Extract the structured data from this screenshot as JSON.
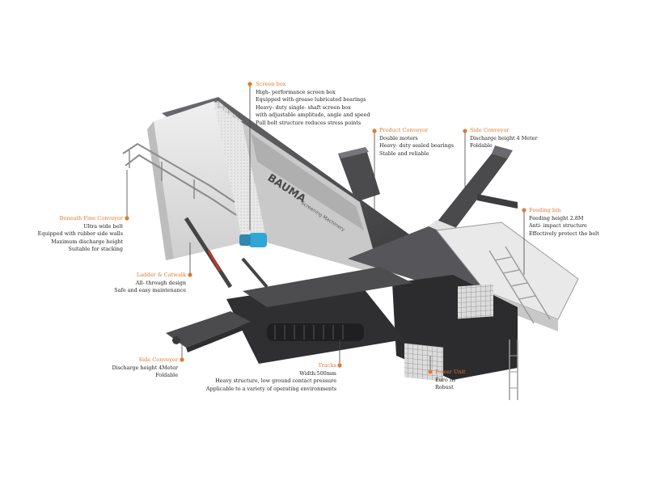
{
  "callouts": {
    "screen_box": {
      "title": "Screen box",
      "lines": [
        "High- performance screen box",
        "Equipped with grease lubricated bearings",
        "Heavy- duty single- shaft screen box",
        "with adjustable amplitude, angle and speed",
        "Pull bolt structure reduces stress points"
      ]
    },
    "product_conveyor": {
      "title": "Product Conveyor",
      "lines": [
        "Double motors",
        "Heavy- duty sealed bearings",
        "Stable and reliable"
      ]
    },
    "side_conveyor_right": {
      "title": "Side Conveyor",
      "lines": [
        "Discharge height 4 Meter",
        "Foldable"
      ]
    },
    "feeding_bin": {
      "title": "Feeding bin",
      "lines": [
        "Feeding height 2.8M",
        "Anti- impact structure",
        "Effectively protect the belt"
      ]
    },
    "beneath_fine_conveyor": {
      "title": "Beneath Fine Conveyor",
      "lines": [
        "Ultra wide belt",
        "Equipped with rubber side walls",
        "Maximum discharge height",
        "Suitable for stacking"
      ]
    },
    "ladder_catwalk": {
      "title": "Ladder & Catwalk",
      "lines": [
        "All- through design",
        "Safe and easy maintenance"
      ]
    },
    "side_conveyor_left": {
      "title": "Side Conveyor",
      "lines": [
        "Discharge height 4Meter",
        "Foldable"
      ]
    },
    "tracks": {
      "title": "Tracks",
      "lines": [
        "Width:500mm",
        "Heavy structure, low ground contact pressure",
        "Applicable to a variety of operating environments"
      ]
    },
    "power_unit": {
      "title": "Power Unit",
      "lines": [
        "Euro III",
        "Robust"
      ]
    }
  },
  "machine": {
    "brand_label": "BAUMA",
    "side_text": "Screening Machinery"
  },
  "colors": {
    "accent": "#e07a30",
    "frame_dark": "#3a3a3c",
    "frame_mid": "#5a5a5e",
    "panel_light": "#e6e6e6",
    "motor": "#2fa6d6"
  }
}
